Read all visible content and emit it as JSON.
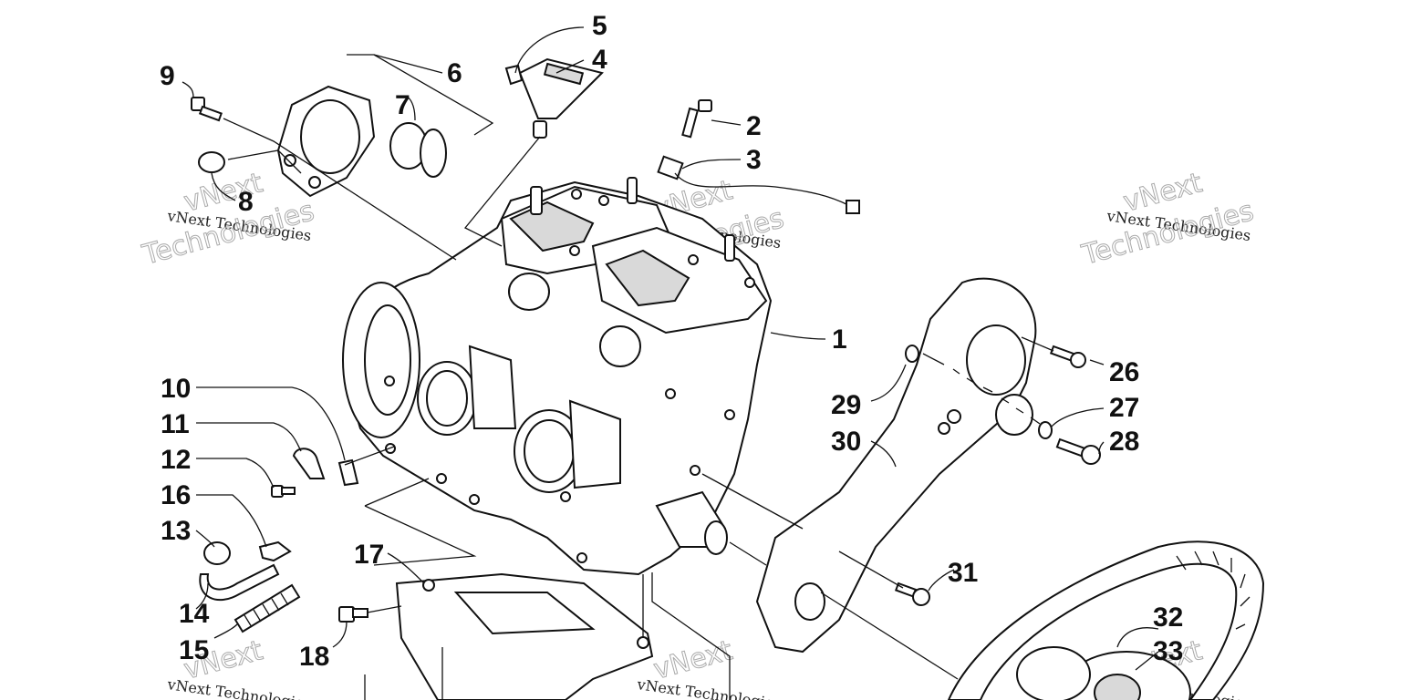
{
  "diagram": {
    "callouts": [
      "1",
      "2",
      "3",
      "4",
      "5",
      "6",
      "7",
      "8",
      "9",
      "10",
      "11",
      "12",
      "13",
      "14",
      "15",
      "16",
      "17",
      "18",
      "26",
      "27",
      "28",
      "29",
      "30",
      "31",
      "32",
      "33"
    ],
    "watermark": {
      "brand_line": "vNext",
      "company_line": "vNext Technologies",
      "big_line": "Technologies"
    }
  }
}
